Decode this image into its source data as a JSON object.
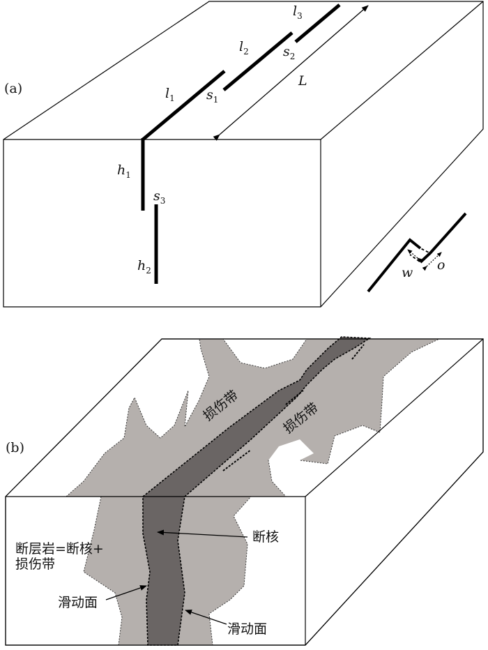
{
  "panel_a": {
    "label": "(a)",
    "segments": {
      "l1": {
        "base": "l",
        "sub": "1"
      },
      "l2": {
        "base": "l",
        "sub": "2"
      },
      "l3": {
        "base": "l",
        "sub": "3"
      },
      "s1": {
        "base": "s",
        "sub": "1"
      },
      "s2": {
        "base": "s",
        "sub": "2"
      },
      "s3": {
        "base": "s",
        "sub": "3"
      },
      "h1": {
        "base": "h",
        "sub": "1"
      },
      "h2": {
        "base": "h",
        "sub": "2"
      },
      "L": "L",
      "w": "w",
      "o": "o"
    }
  },
  "panel_b": {
    "label": "(b)",
    "damage_zone_1": "损伤带",
    "damage_zone_2": "损伤带",
    "fault_core": "断核",
    "fault_rock_line1": "断层岩=断核+",
    "fault_rock_line2": "损伤带",
    "slip_surface_1": "滑动面",
    "slip_surface_2": "滑动面"
  }
}
